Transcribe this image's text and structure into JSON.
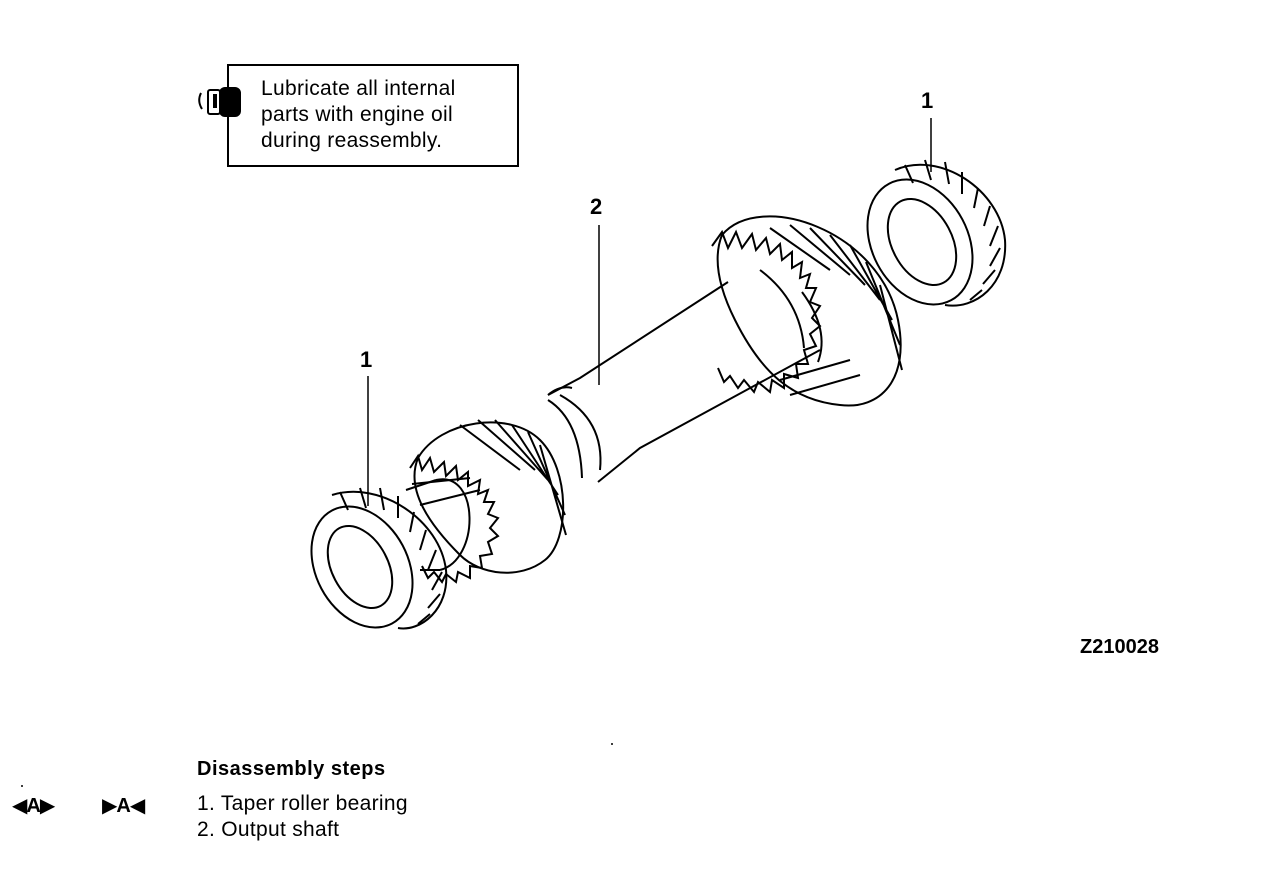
{
  "note": {
    "icon": "oil-can-icon",
    "lines": [
      "Lubricate all internal",
      "parts with engine oil",
      "during reassembly."
    ]
  },
  "callouts": {
    "bearing_top": "1",
    "shaft": "2",
    "bearing_left": "1"
  },
  "figure_code": "Z210028",
  "disassembly": {
    "heading": "Disassembly steps",
    "mark_removal": "◀A▶",
    "mark_install": "▶A◀",
    "steps": [
      "1. Taper roller bearing",
      "2. Output shaft"
    ]
  }
}
